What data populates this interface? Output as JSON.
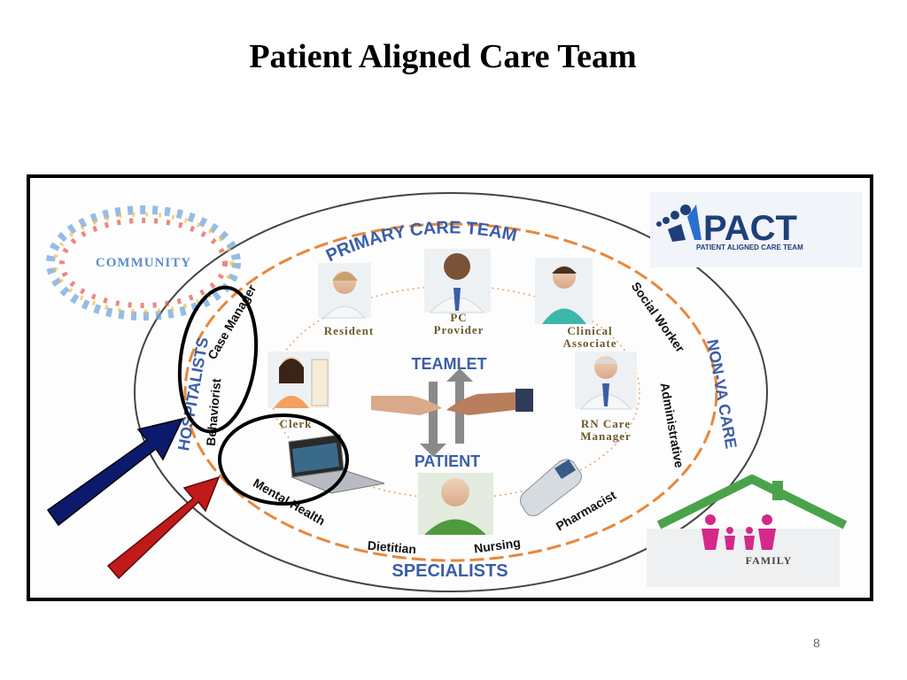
{
  "slide": {
    "title": "Patient Aligned Care Team",
    "page_number": "8"
  },
  "diagram": {
    "community_label": "COMMUNITY",
    "logo": {
      "brand": "PACT",
      "tagline": "PATIENT ALIGNED CARE TEAM"
    },
    "ring_top_label": "PRIMARY CARE TEAM",
    "ring_bottom_label": "SPECIALISTS",
    "ring_left_label": "HOSPITALISTS",
    "ring_right_label": "NON-VA CARE",
    "teamlet_label": "TEAMLET",
    "patient_label": "PATIENT",
    "family_label": "FAMILY",
    "members": {
      "resident": "Resident",
      "pc_provider_line1": "PC",
      "pc_provider_line2": "Provider",
      "clinical_associate_line1": "Clinical",
      "clinical_associate_line2": "Associate",
      "rn_care_manager_line1": "RN Care",
      "rn_care_manager_line2": "Manager",
      "clerk": "Clerk"
    },
    "specialties": {
      "case_manager": "Case Manager",
      "behaviorist": "Behaviorist",
      "mental_health": "Mental Health",
      "dietitian": "Dietitian",
      "nursing": "Nursing",
      "pharmacist": "Pharmacist",
      "administrative": "Administrative",
      "social_worker": "Social Worker"
    },
    "colors": {
      "dashed_ring": "#e8873a",
      "blue_text": "#3b5ea8",
      "dark_blue": "#1f3f7a",
      "arrow_blue": "#0c1a6e",
      "arrow_red": "#c01a1a",
      "house_green": "#4aa34a",
      "family_pink": "#d4288a"
    }
  }
}
